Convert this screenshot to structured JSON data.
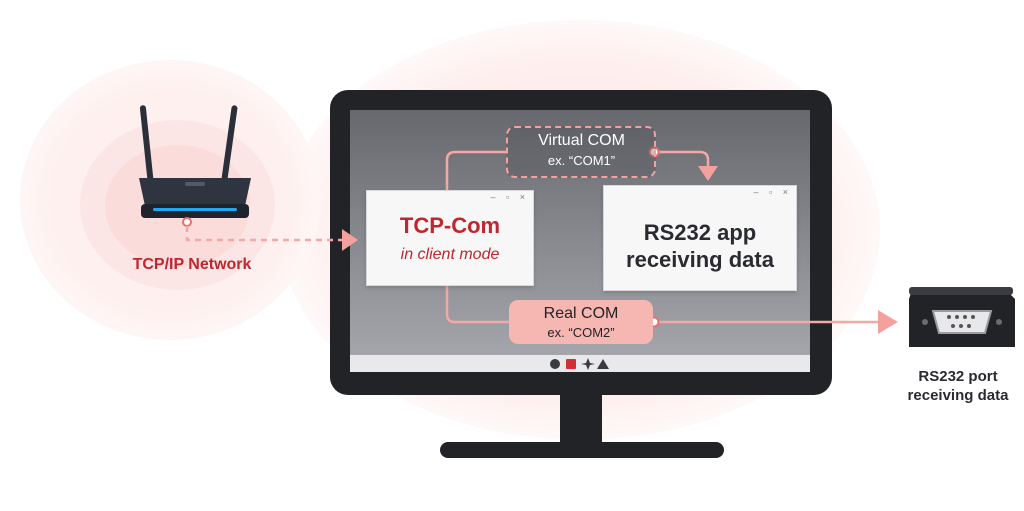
{
  "router": {
    "label": "TCP/IP Network"
  },
  "monitor": {
    "taskbar_icons": [
      "circle-icon",
      "square-icon",
      "sparkle-icon",
      "triangle-icon"
    ],
    "window_controls": "– ▫ ×"
  },
  "tcp_com_window": {
    "title": "TCP-Com",
    "subtitle": "in client mode"
  },
  "rs232_app_window": {
    "line1": "RS232 app",
    "line2": "receiving data"
  },
  "virtual_com": {
    "label": "Virtual COM",
    "example": "ex. “COM1”"
  },
  "real_com": {
    "label": "Real COM",
    "example": "ex. “COM2”"
  },
  "rs232_port": {
    "line1": "RS232 port",
    "line2": "receiving data"
  },
  "colors": {
    "accent_red": "#c0262d",
    "connector_pink": "#f2a9a6",
    "pill_fill": "#f6b7b3",
    "dark_device": "#222327"
  }
}
